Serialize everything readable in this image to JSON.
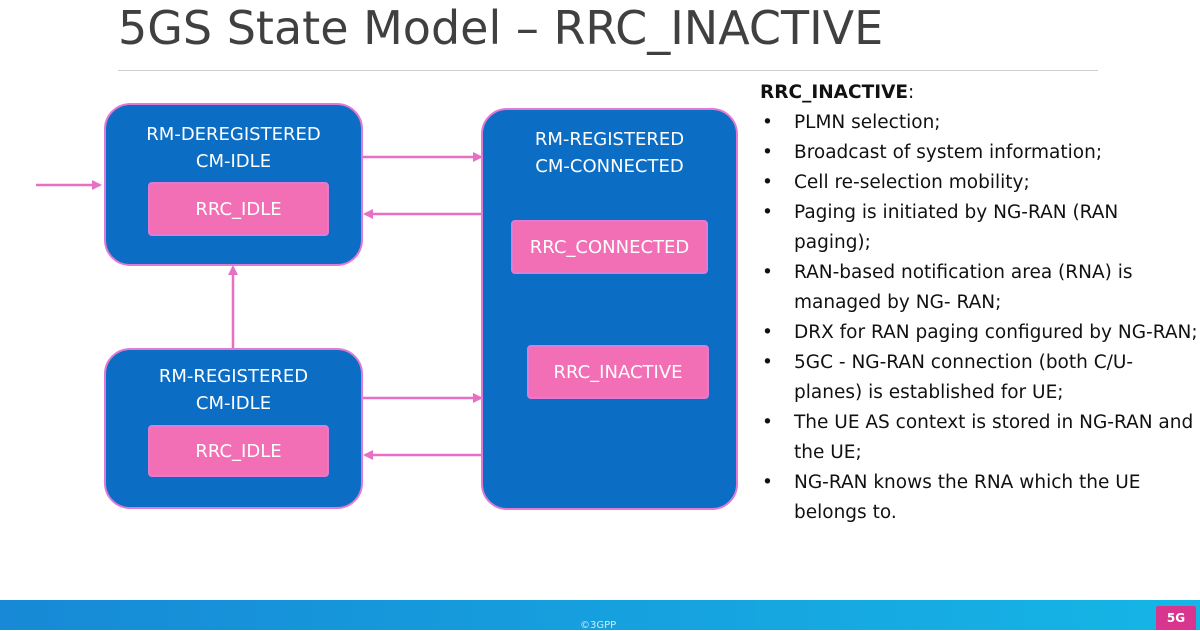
{
  "slide": {
    "title": "5GS State Model – RRC_INACTIVE"
  },
  "diagram": {
    "box_deregistered": {
      "line1": "RM-DEREGISTERED",
      "line2": "CM-IDLE",
      "state": "RRC_IDLE"
    },
    "box_registered_idle": {
      "line1": "RM-REGISTERED",
      "line2": "CM-IDLE",
      "state": "RRC_IDLE"
    },
    "box_registered_connected": {
      "line1": "RM-REGISTERED",
      "line2": "CM-CONNECTED",
      "state_connected": "RRC_CONNECTED",
      "state_inactive": "RRC_INACTIVE"
    }
  },
  "panel": {
    "heading": "RRC_INACTIVE",
    "heading_suffix": ":",
    "bullets": [
      "PLMN selection;",
      "Broadcast of system information;",
      "Cell re-selection mobility;",
      "Paging is initiated by NG-RAN (RAN paging);",
      "RAN-based notification area (RNA) is managed by NG- RAN;",
      "DRX for RAN paging configured by NG-RAN;",
      "5GC - NG-RAN connection (both C/U-planes) is established for UE;",
      "The UE AS context is stored in NG-RAN and the UE;",
      "NG-RAN knows the RNA which the UE belongs to."
    ]
  },
  "footer": {
    "copyright": "©3GPP",
    "logo_text": "5G"
  },
  "colors": {
    "box_fill": "#0b6dc4",
    "box_border": "#e27ad3",
    "pill_fill": "#f26fb6",
    "arrow": "#e870c4",
    "footer": "#1789d6"
  }
}
